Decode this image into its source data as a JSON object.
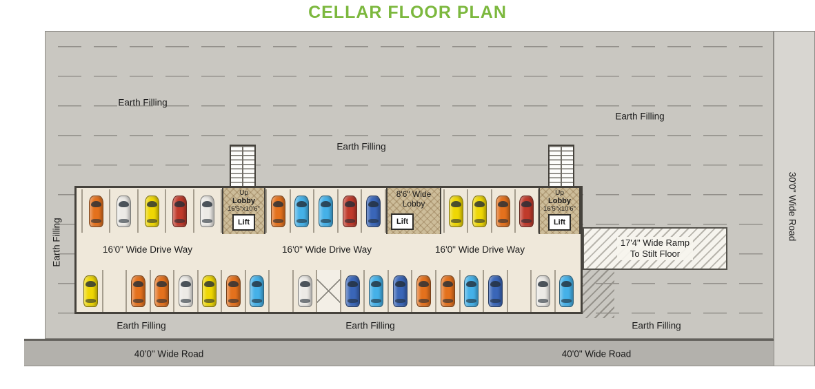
{
  "title": "CELLAR FLOOR PLAN",
  "colors": {
    "title_green": "#7cb83e",
    "site_gray": "#c9c7c1",
    "road_gray": "#b3b1ac",
    "building_cream": "#efe8da"
  },
  "car_colors": {
    "orange": "#e4711d",
    "white": "#eceae6",
    "yellow": "#efd704",
    "red": "#c03a2b",
    "blue": "#3a66b8",
    "cyan": "#45b1e8"
  },
  "earth_filling": {
    "top_left": "Earth Filling",
    "top_center": "Earth Filling",
    "top_right": "Earth Filling",
    "bottom_left": "Earth Filling",
    "bottom_center": "Earth Filling",
    "bottom_right": "Earth Filling",
    "left_vertical": "Earth Filling"
  },
  "roads": {
    "right_vertical": "30'0\" Wide Road",
    "bottom_left": "40'0\" Wide Road",
    "bottom_right": "40'0\" Wide Road"
  },
  "building": {
    "driveway_labels": [
      "16'0\" Wide Drive Way",
      "16'0\" Wide Drive Way",
      "16'0\" Wide Drive Way"
    ],
    "lobby_left": {
      "up": "Up",
      "name": "Lobby",
      "size": "16'5\"x10'6\"",
      "lift": "Lift"
    },
    "lobby_mid": {
      "line1": "8'6\" Wide",
      "line2": "Lobby",
      "lift": "Lift"
    },
    "lobby_right": {
      "up": "Up",
      "name": "Lobby",
      "size": "16'5\"x10'6\"",
      "lift": "Lift"
    },
    "ramp": {
      "line1": "17'4\" Wide Ramp",
      "line2": "To Stilt Floor"
    }
  },
  "parking": {
    "top_groups": [
      [
        "orange",
        "white",
        "yellow",
        "red",
        "white"
      ],
      [
        "orange",
        "cyan",
        "cyan",
        "red",
        "blue"
      ],
      [
        "yellow",
        "yellow",
        "orange",
        "red"
      ]
    ],
    "bottom_row": [
      "yellow",
      "empty",
      "orange",
      "orange",
      "white",
      "yellow",
      "orange",
      "cyan",
      "empty",
      "white",
      "crossed",
      "blue",
      "cyan",
      "blue",
      "orange",
      "orange",
      "cyan",
      "blue",
      "empty",
      "white",
      "cyan"
    ]
  }
}
